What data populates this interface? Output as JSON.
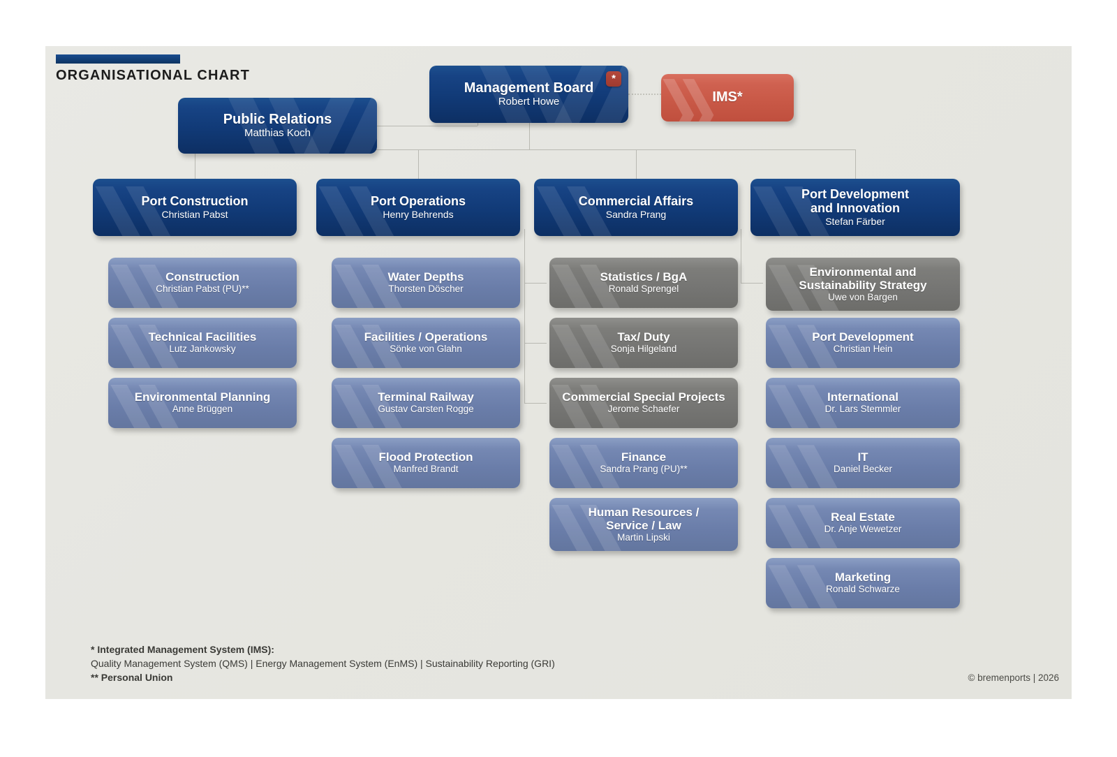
{
  "page": {
    "title": "ORGANISATIONAL CHART",
    "copyright": "© bremenports | 2026",
    "accent_color": "#123f76",
    "background_color": "#e7e7e2"
  },
  "colors": {
    "navy": "#113a77",
    "slate": "#6a7da9",
    "grey": "#757573",
    "red": "#c85846",
    "connector": "#b9b9b2"
  },
  "top": {
    "board": {
      "title": "Management Board",
      "person": "Robert Howe",
      "badge": "*"
    },
    "ims": {
      "title": "IMS*"
    },
    "public_relations": {
      "title": "Public Relations",
      "person": "Matthias Koch"
    }
  },
  "departments": [
    {
      "title": "Port Construction",
      "person": "Christian Pabst",
      "units": [
        {
          "title": "Construction",
          "person": "Christian Pabst (PU)**",
          "style": "slate"
        },
        {
          "title": "Technical Facilities",
          "person": "Lutz Jankowsky",
          "style": "slate"
        },
        {
          "title": "Environmental Planning",
          "person": "Anne Brüggen",
          "style": "slate"
        }
      ]
    },
    {
      "title": "Port Operations",
      "person": "Henry Behrends",
      "units": [
        {
          "title": "Water Depths",
          "person": "Thorsten Döscher",
          "style": "slate"
        },
        {
          "title": "Facilities / Operations",
          "person": "Sönke von Glahn",
          "style": "slate"
        },
        {
          "title": "Terminal Railway",
          "person": "Gustav Carsten Rogge",
          "style": "slate"
        },
        {
          "title": "Flood Protection",
          "person": "Manfred Brandt",
          "style": "slate"
        }
      ]
    },
    {
      "title": "Commercial Affairs",
      "person": "Sandra Prang",
      "units": [
        {
          "title": "Statistics / BgA",
          "person": "Ronald Sprengel",
          "style": "grey"
        },
        {
          "title": "Tax/ Duty",
          "person": "Sonja Hilgeland",
          "style": "grey"
        },
        {
          "title": "Commercial Special Projects",
          "person": "Jerome Schaefer",
          "style": "grey"
        },
        {
          "title": "Finance",
          "person": "Sandra Prang (PU)**",
          "style": "slate"
        },
        {
          "title": "Human Resources /\nService / Law",
          "person": "Martin Lipski",
          "style": "slate"
        }
      ]
    },
    {
      "title": "Port Development\nand Innovation",
      "person": "Stefan Färber",
      "units": [
        {
          "title": "Environmental and\nSustainability Strategy",
          "person": "Uwe von Bargen",
          "style": "grey"
        },
        {
          "title": "Port Development",
          "person": "Christian Hein",
          "style": "slate"
        },
        {
          "title": "International",
          "person": "Dr. Lars Stemmler",
          "style": "slate"
        },
        {
          "title": "IT",
          "person": "Daniel Becker",
          "style": "slate"
        },
        {
          "title": "Real Estate",
          "person": "Dr. Anje Wewetzer",
          "style": "slate"
        },
        {
          "title": "Marketing",
          "person": "Ronald Schwarze",
          "style": "slate"
        }
      ]
    }
  ],
  "footnotes": {
    "line1": "* Integrated Management System (IMS):",
    "line2": "Quality Management System (QMS) | Energy Management System (EnMS) | Sustainability Reporting (GRI)",
    "line3": "** Personal Union"
  }
}
